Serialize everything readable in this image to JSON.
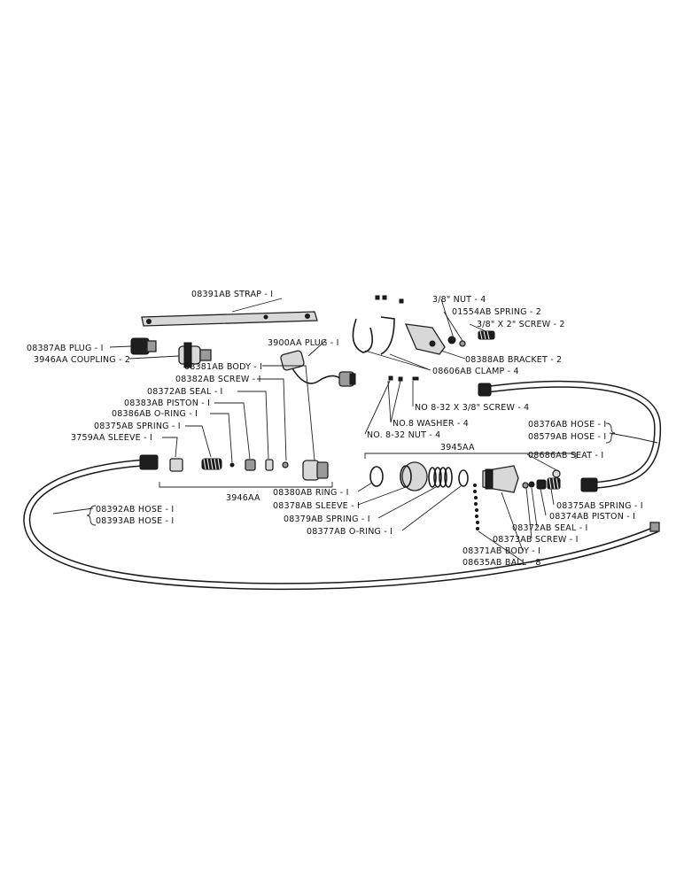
{
  "labels": {
    "strap": "08391AB STRAP - I",
    "plug_08387": "08387AB PLUG - I",
    "coupling": "3946AA COUPLING - 2",
    "plug_3900": "3900AA PLUG - I",
    "body_08381": "08381AB BODY - I",
    "screw_08382": "08382AB SCREW - I",
    "seal_left": "08372AB SEAL - I",
    "piston_08383": "08383AB PISTON - I",
    "oring_08386": "08386AB O-RING - I",
    "spring_left": "08375AB SPRING - I",
    "sleeve_3759": "3759AA SLEEVE - I",
    "group_left": "3946AA",
    "hose_08392": "08392AB HOSE - I",
    "hose_08393": "08393AB HOSE - I",
    "nut_38": "3/8\" NUT - 4",
    "spring_01554": "01554AB SPRING - 2",
    "screw_38x2": "3/8\" X 2\" SCREW - 2",
    "bracket": "08388AB BRACKET - 2",
    "clamp": "08606AB CLAMP - 4",
    "screw_832": "NO 8-32 X 3/8\" SCREW - 4",
    "washer": "NO.8 WASHER - 4",
    "nut_832": "NO. 8-32 NUT - 4",
    "group_right": "3945AA",
    "hose_08376": "08376AB HOSE - I",
    "hose_08579": "08579AB HOSE - I",
    "seat": "08686AB SEAT - I",
    "ring_08380": "08380AB RING - I",
    "sleeve_08378": "08378AB SLEEVE - I",
    "spring_08379": "08379AB SPRING - I",
    "oring_08377": "08377AB O-RING - I",
    "spring_right": "08375AB SPRING - I",
    "piston_08374": "08374AB PISTON - I",
    "seal_right": "08372AB SEAL - I",
    "screw_08373": "08373AB SCREW - I",
    "body_08371": "08371AB BODY - I",
    "ball": "08635AB BALL - 8"
  }
}
